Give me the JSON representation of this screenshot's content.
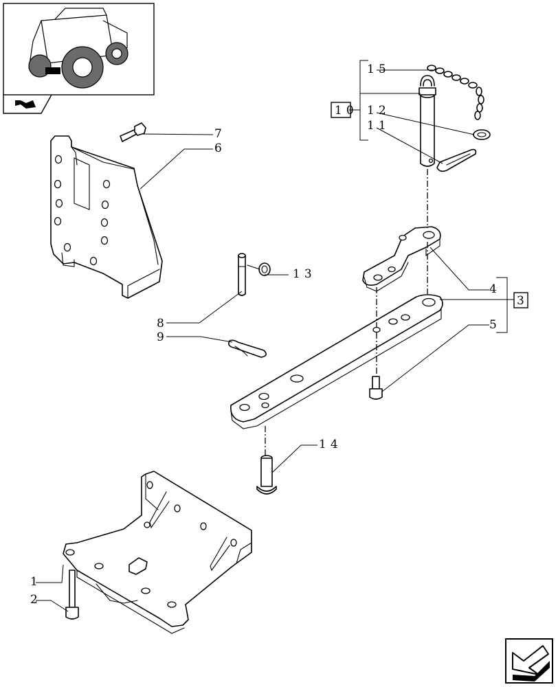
{
  "labels": {
    "l1": "1",
    "l2": "2",
    "l3": "3",
    "l4": "4",
    "l5": "5",
    "l6": "6",
    "l7": "7",
    "l8": "8",
    "l9": "9",
    "l10": "10",
    "l11": "11",
    "l12": "12",
    "l13": "13",
    "l14": "14",
    "l15": "15"
  },
  "icons": {
    "thumbnail": "tractor-thumbnail-icon",
    "thumb_badge": "direction-arrow-icon",
    "nav": "navigation-arrow-icon"
  }
}
